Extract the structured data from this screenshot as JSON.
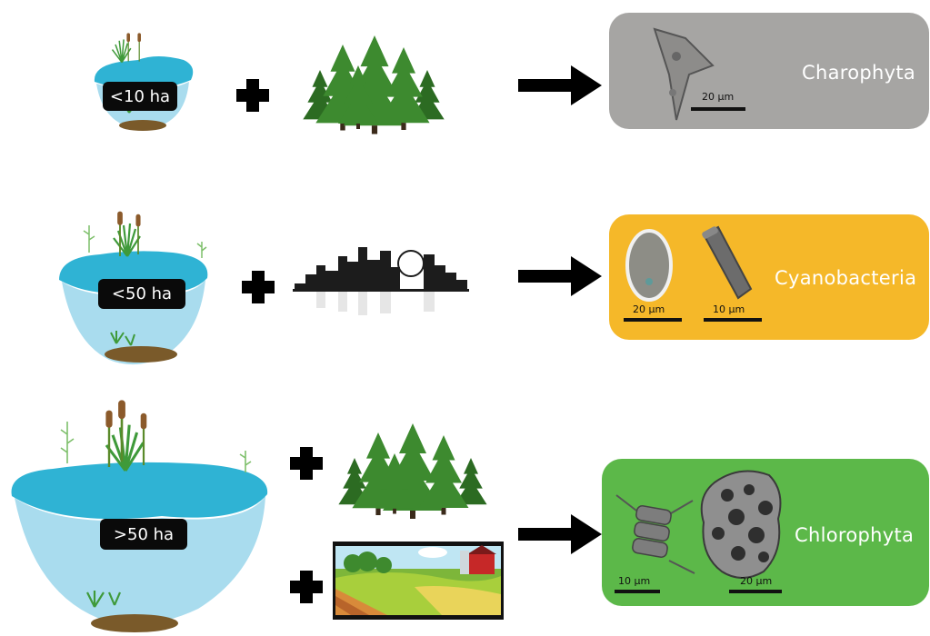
{
  "rows": [
    {
      "lake_label": "<10 ha",
      "result": {
        "label": "Charophyta",
        "color": "#a6a5a3",
        "scales": [
          "20 µm"
        ]
      }
    },
    {
      "lake_label": "<50 ha",
      "result": {
        "label": "Cyanobacteria",
        "color": "#f5b829",
        "scales": [
          "20 µm",
          "10 µm"
        ]
      }
    },
    {
      "lake_label": ">50 ha",
      "result": {
        "label": "Chlorophyta",
        "color": "#5cb849",
        "scales": [
          "10 µm",
          "20 µm"
        ]
      }
    }
  ],
  "colors": {
    "water": "#2fb3d4",
    "water_body": "#a9dcee",
    "forest": "#3e8a2e",
    "city": "#1c1c1c"
  },
  "icons": {
    "plus": "plus-icon",
    "arrow": "arrow-right-icon"
  }
}
